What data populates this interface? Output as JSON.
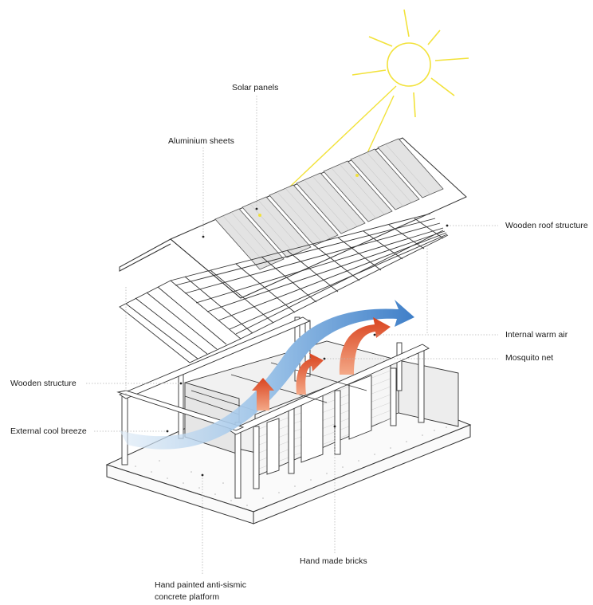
{
  "labels": {
    "solar_panels": "Solar panels",
    "aluminium_sheets": "Aluminium sheets",
    "wooden_roof_structure": "Wooden roof structure",
    "internal_warm_air": "Internal warm air",
    "mosquito_net": "Mosquito net",
    "wooden_structure": "Wooden structure",
    "external_cool_breeze": "External cool breeze",
    "hand_made_bricks": "Hand made bricks",
    "platform_line1": "Hand painted anti-sismic",
    "platform_line2": "concrete platform"
  },
  "colors": {
    "sun": "#f2e23a",
    "breeze": "#7fb3e0",
    "warm_air": "#e0552a",
    "line": "#333333",
    "solar_panel": "#e3e3e3"
  }
}
